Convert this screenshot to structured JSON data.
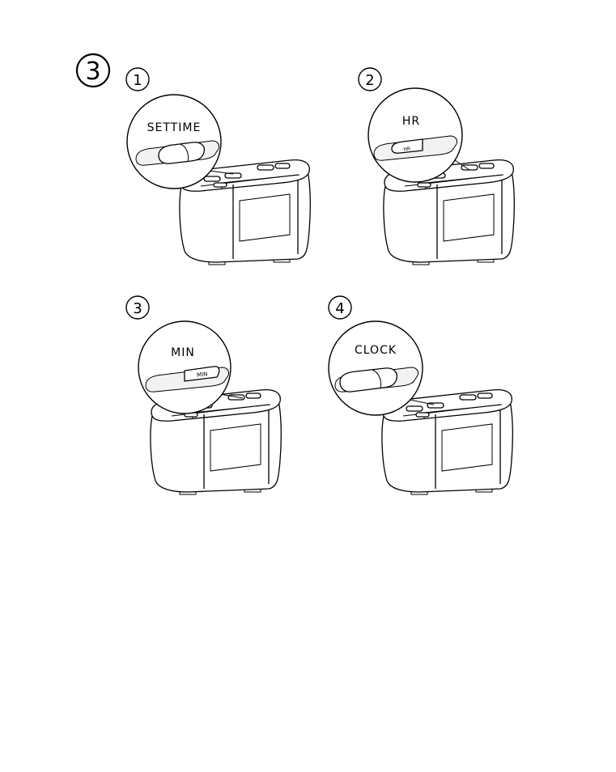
{
  "step": {
    "number": "3"
  },
  "panels": [
    {
      "index": "1",
      "label": "SETTIME",
      "button_text": ""
    },
    {
      "index": "2",
      "label": "HR",
      "button_text": "HR"
    },
    {
      "index": "3",
      "label": "MIN",
      "button_text": "MIN"
    },
    {
      "index": "4",
      "label": "CLOCK",
      "button_text": ""
    }
  ]
}
